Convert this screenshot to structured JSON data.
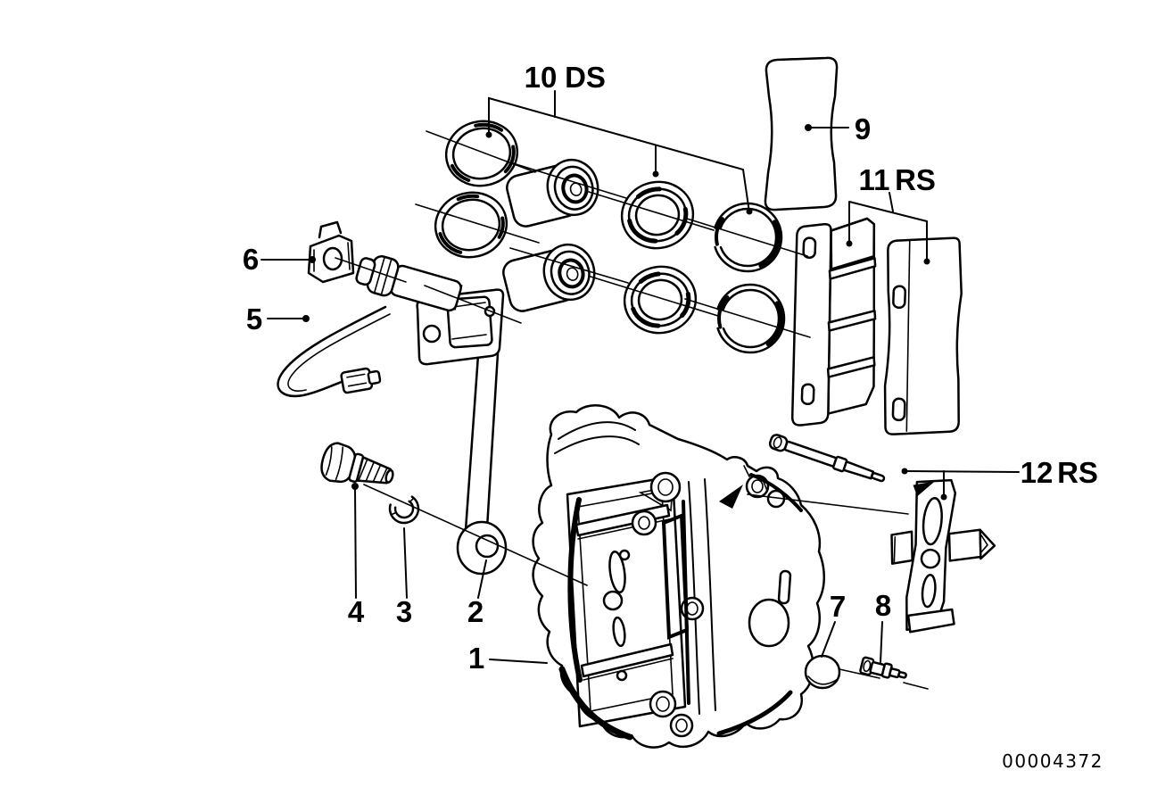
{
  "diagram": {
    "background": "#ffffff",
    "stroke_color": "#000000",
    "drawing_number": "00004372",
    "callouts": {
      "c1": {
        "number": "1"
      },
      "c2": {
        "number": "2"
      },
      "c3": {
        "number": "3"
      },
      "c4": {
        "number": "4"
      },
      "c5": {
        "number": "5"
      },
      "c6": {
        "number": "6"
      },
      "c7": {
        "number": "7"
      },
      "c8": {
        "number": "8"
      },
      "c9": {
        "number": "9"
      },
      "c10": {
        "number": "10",
        "code": "DS"
      },
      "c11": {
        "number": "11",
        "code": "RS"
      },
      "c12": {
        "number": "12",
        "code": "RS"
      }
    }
  }
}
